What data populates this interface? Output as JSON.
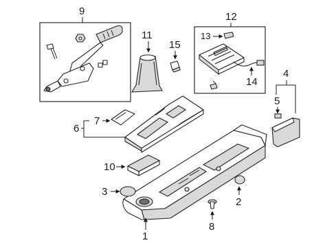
{
  "callouts": {
    "c1": "1",
    "c2": "2",
    "c3": "3",
    "c4": "4",
    "c5": "5",
    "c6": "6",
    "c7": "7",
    "c8": "8",
    "c9": "9",
    "c10": "10",
    "c11": "11",
    "c12": "12",
    "c13": "13",
    "c14": "14",
    "c15": "15"
  },
  "colors": {
    "line": "#1a1a1a",
    "fill": "#ffffff",
    "shade": "#d9d9d9"
  }
}
